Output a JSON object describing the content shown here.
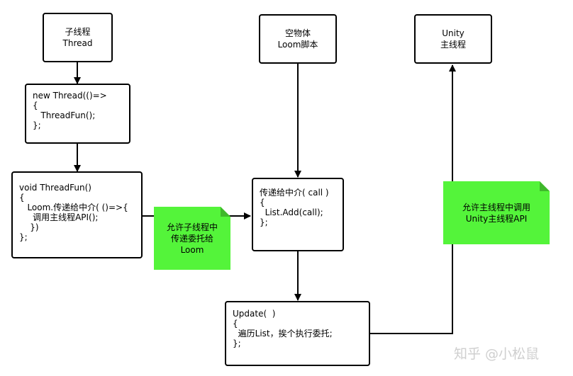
{
  "nodes": {
    "sub_thread": [
      "子线程",
      "Thread"
    ],
    "empty_object": [
      "空物体",
      "Loom脚本"
    ],
    "unity_main": [
      "Unity",
      "主线程"
    ],
    "new_thread": [
      "new Thread(()=>",
      "{",
      "   ThreadFun();",
      "};"
    ],
    "thread_fun": [
      "void ThreadFun()",
      "{",
      "   Loom.传递给中介( ()=>{",
      "     调用主线程API();",
      "    })",
      "};"
    ],
    "mediator": [
      "传递给中介( call )",
      "{",
      "  List.Add(call);",
      "};"
    ],
    "update": [
      "Update(  )",
      "{",
      "  遍历List，挨个执行委托;",
      "};"
    ]
  },
  "notes": {
    "allow_sub": [
      "允许子线程中",
      "传递委托给",
      "Loom"
    ],
    "allow_main": [
      "允许主线程中调用",
      "Unity主线程API"
    ]
  },
  "watermark": "知乎 @小松鼠",
  "colors": {
    "note_fill": "#54f43a",
    "line": "#000000"
  }
}
